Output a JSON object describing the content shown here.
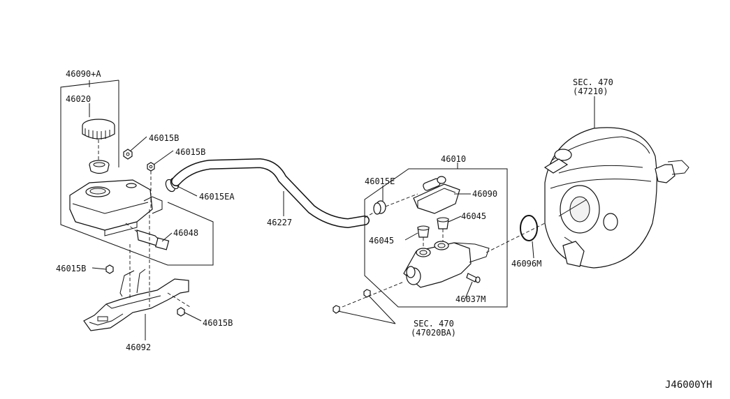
{
  "callouts": {
    "p46090A": "46090+A",
    "p46020": "46020",
    "p46015B_1": "46015B",
    "p46015B_2": "46015B",
    "p46015EA": "46015EA",
    "p46048": "46048",
    "p46015B_3": "46015B",
    "p46015B_4": "46015B",
    "p46092": "46092",
    "p46227": "46227",
    "p46015E": "46015E",
    "p46010": "46010",
    "p46090": "46090",
    "p46045_1": "46045",
    "p46045_2": "46045",
    "p46037M": "46037M",
    "sec470_a": "SEC. 470",
    "sec470_a_sub": "(47020BA)",
    "sec470_b": "SEC. 470",
    "sec470_b_sub": "(47210)",
    "p46096M": "46096M"
  },
  "diagram_code": "J46000YH"
}
